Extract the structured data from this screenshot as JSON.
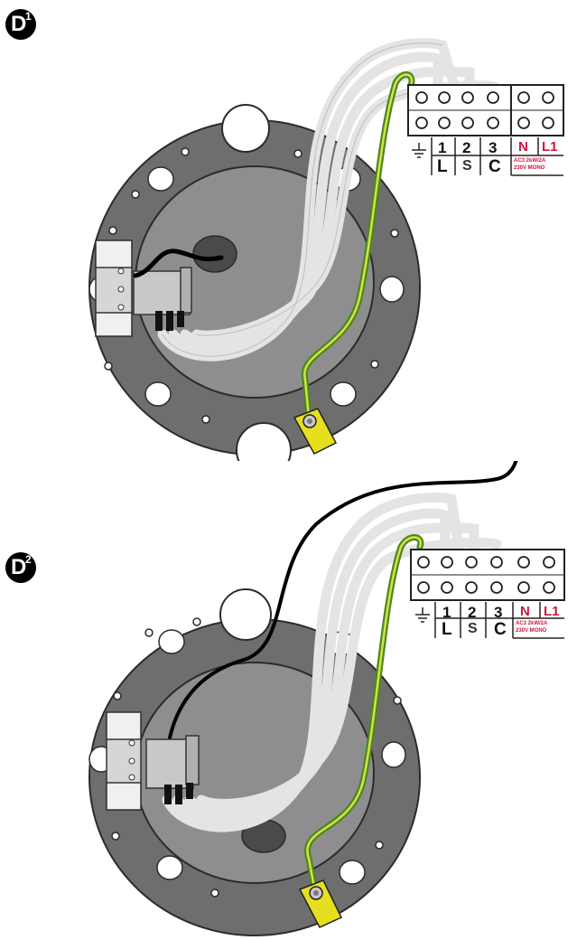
{
  "diagrams": [
    {
      "badge_letter": "D",
      "badge_sup": "1",
      "terminal_numbers": [
        "1",
        "2",
        "3"
      ],
      "terminal_letters": [
        "L",
        "S",
        "C"
      ],
      "power_labels": [
        "N",
        "L1"
      ],
      "rating_lines": [
        "AC3 2kW/2A",
        "230V MONO"
      ]
    },
    {
      "badge_letter": "D",
      "badge_sup": "2",
      "terminal_numbers": [
        "1",
        "2",
        "3"
      ],
      "terminal_letters": [
        "L",
        "S",
        "C"
      ],
      "power_labels": [
        "N",
        "L1"
      ],
      "rating_lines": [
        "AC3 2kW/2A",
        "230V MONO"
      ]
    }
  ],
  "colors": {
    "flange": "#6e6e6e",
    "inner_disc": "#8e8e8e",
    "white_wire": "#e4e4e4",
    "earth_green": "#4a8a1e",
    "earth_yellow": "#d8e04a",
    "earth_lug": "#e6df1e",
    "label_red": "#d0143c",
    "black_wire": "#000000"
  }
}
